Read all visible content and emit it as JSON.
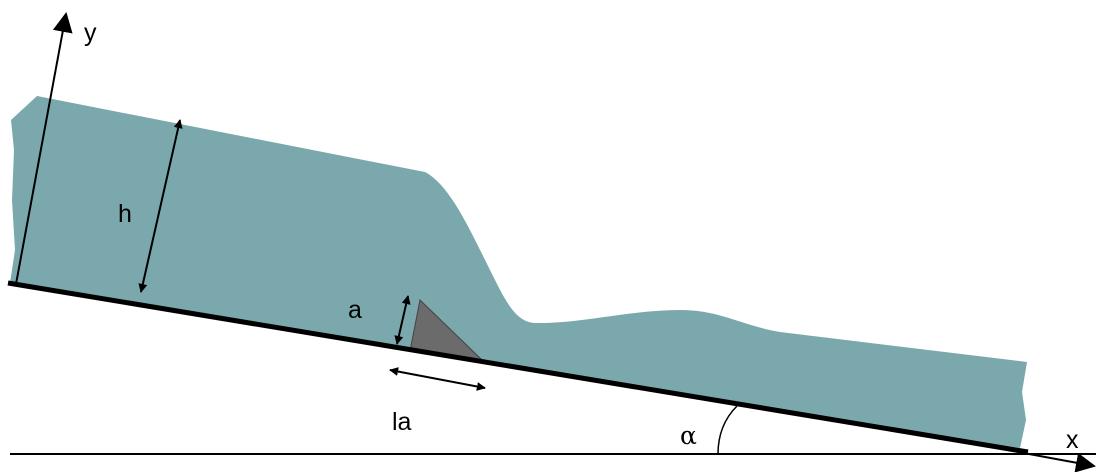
{
  "diagram": {
    "labels": {
      "y_axis": "y",
      "x_axis": "x",
      "depth": "h",
      "obstacle_height": "a",
      "obstacle_length": "la",
      "slope_angle": "α"
    },
    "colors": {
      "fluid": "#7aa8ad",
      "obstacle": "#6b6b6b",
      "bed": "#000000",
      "background": "#ffffff"
    }
  }
}
